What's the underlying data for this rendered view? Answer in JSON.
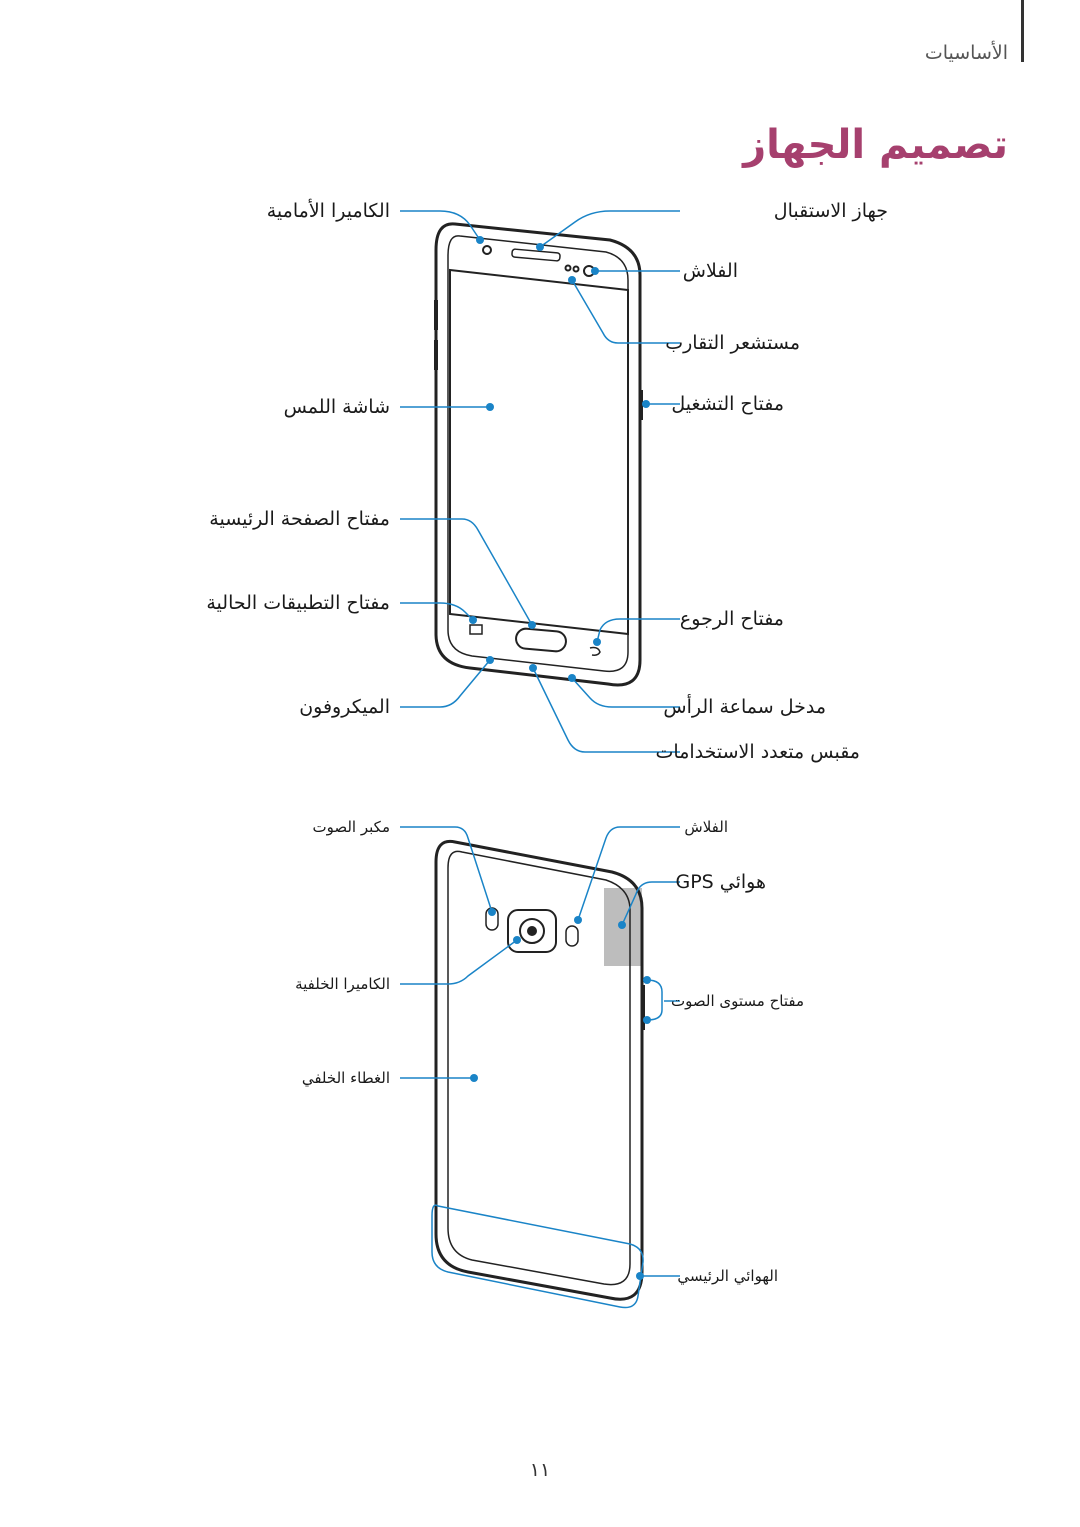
{
  "header": {
    "section": "الأساسيات",
    "title": "تصميم الجهاز"
  },
  "front_labels": {
    "front_camera": "الكاميرا الأمامية",
    "touchscreen": "شاشة اللمس",
    "home_key": "مفتاح الصفحة الرئيسية",
    "recent_apps_key": "مفتاح التطبيقات الحالية",
    "microphone": "الميكروفون",
    "earpiece": "جهاز الاستقبال",
    "flash": "الفلاش",
    "proximity_sensor": "مستشعر التقارب",
    "power_key": "مفتاح التشغيل",
    "back_key": "مفتاح الرجوع",
    "headset_jack": "مدخل سماعة الرأس",
    "multipurpose_jack": "مقبس متعدد الاستخدامات"
  },
  "back_labels": {
    "speaker": "مكبر الصوت",
    "rear_camera": "الكاميرا الخلفية",
    "back_cover": "الغطاء الخلفي",
    "flash": "الفلاش",
    "gps_antenna": "هوائي GPS",
    "volume_key": "مفتاح مستوى الصوت",
    "main_antenna": "الهوائي الرئيسي"
  },
  "page_number": "١١",
  "colors": {
    "accent": "#a6406e",
    "callout": "#1a84c7",
    "antenna_area": "#bdbdbd",
    "outline": "#222222"
  }
}
